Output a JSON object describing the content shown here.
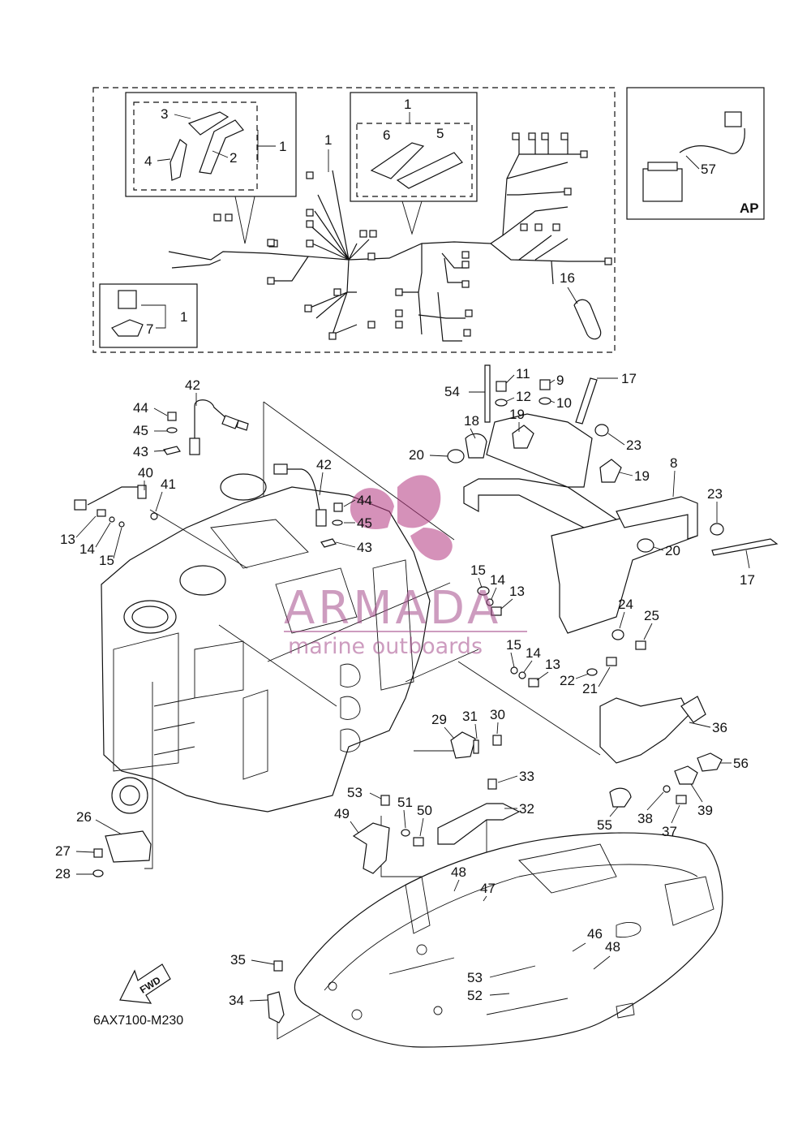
{
  "diagram": {
    "code": "6AX7100-M230",
    "fwd_label": "FWD",
    "ap_label": "AP",
    "watermark": {
      "brand": "ARMADA",
      "tagline": "marine outboards"
    }
  },
  "callouts": {
    "c1a": "1",
    "c1b": "1",
    "c1c": "1",
    "c1d": "1",
    "c2": "2",
    "c3": "3",
    "c4": "4",
    "c5": "5",
    "c6": "6",
    "c7": "7",
    "c8": "8",
    "c9": "9",
    "c10": "10",
    "c11": "11",
    "c12": "12",
    "c13a": "13",
    "c13b": "13",
    "c13c": "13",
    "c14a": "14",
    "c14b": "14",
    "c14c": "14",
    "c15a": "15",
    "c15b": "15",
    "c15c": "15",
    "c16": "16",
    "c17a": "17",
    "c17b": "17",
    "c18": "18",
    "c19a": "19",
    "c19b": "19",
    "c20a": "20",
    "c20b": "20",
    "c21": "21",
    "c22": "22",
    "c23a": "23",
    "c23b": "23",
    "c24": "24",
    "c25": "25",
    "c26": "26",
    "c27": "27",
    "c28": "28",
    "c29": "29",
    "c30": "30",
    "c31": "31",
    "c32": "32",
    "c33": "33",
    "c34": "34",
    "c35": "35",
    "c36": "36",
    "c37": "37",
    "c38": "38",
    "c39": "39",
    "c40": "40",
    "c41": "41",
    "c42a": "42",
    "c42b": "42",
    "c43a": "43",
    "c43b": "43",
    "c44a": "44",
    "c44b": "44",
    "c45a": "45",
    "c45b": "45",
    "c46": "46",
    "c47": "47",
    "c48a": "48",
    "c48b": "48",
    "c49": "49",
    "c50": "50",
    "c51": "51",
    "c52": "52",
    "c53a": "53",
    "c53b": "53",
    "c54": "54",
    "c55": "55",
    "c56": "56",
    "c57": "57"
  }
}
